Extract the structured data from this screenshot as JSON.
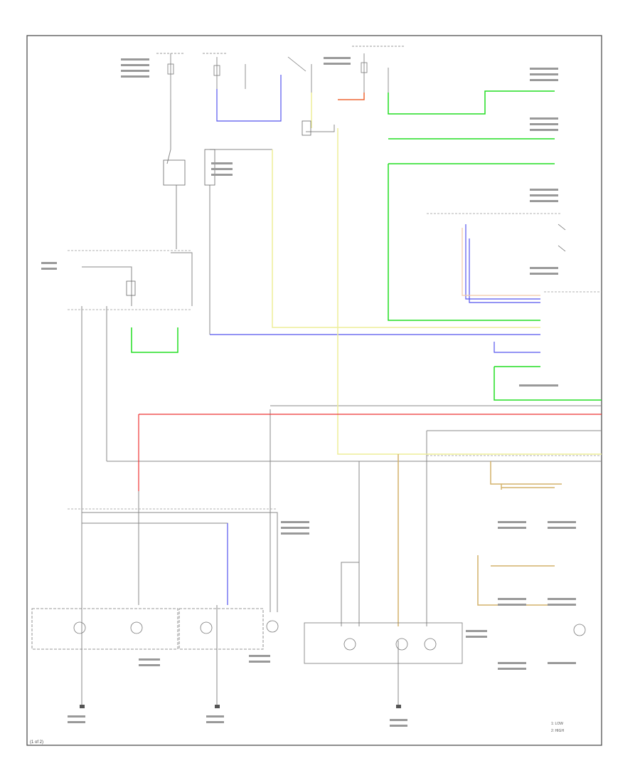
{
  "diagram": {
    "corner_label": "(1 of 2)",
    "legend": [
      "1: LOW",
      "2: HIGH"
    ],
    "colors": {
      "green": "#22dd22",
      "blue": "#5555ee",
      "yellow": "#eeee99",
      "red": "#ee3333",
      "orange": "#ee6633",
      "tan": "#d4b26a",
      "peach": "#f2c7a6",
      "gray": "#888888",
      "light_gray": "#cccccc"
    }
  }
}
